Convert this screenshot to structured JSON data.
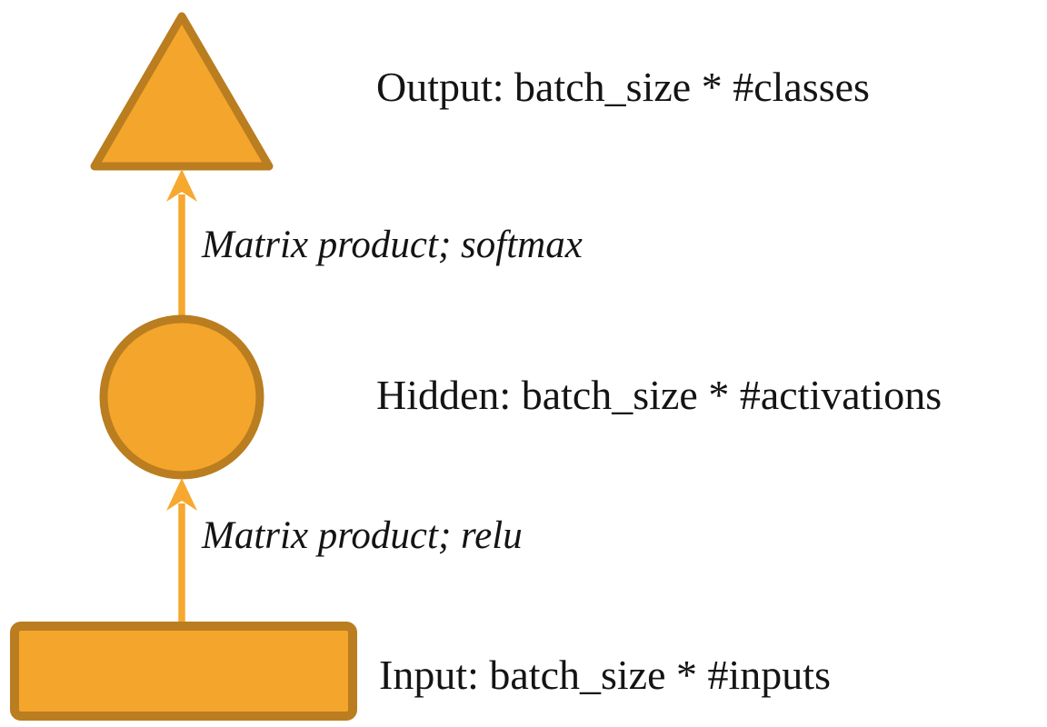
{
  "diagram": {
    "nodes": [
      {
        "id": "output",
        "shape": "triangle",
        "label": "Output: batch_size * #classes"
      },
      {
        "id": "hidden",
        "shape": "circle",
        "label": "Hidden: batch_size * #activations"
      },
      {
        "id": "input",
        "shape": "rectangle",
        "label": "Input: batch_size * #inputs"
      }
    ],
    "edges": [
      {
        "id": "hidden-to-output",
        "label": "Matrix product; softmax"
      },
      {
        "id": "input-to-hidden",
        "label": "Matrix product; relu"
      }
    ],
    "colors": {
      "shape_fill": "#F4A52C",
      "shape_stroke": "#BA7D1F",
      "arrow": "#F6A82F",
      "text": "#141414",
      "background": "#FFFFFF"
    }
  }
}
